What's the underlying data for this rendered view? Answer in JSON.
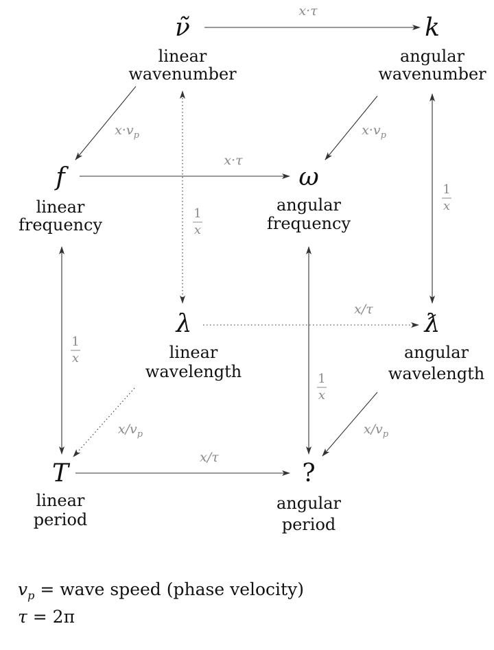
{
  "nodes": {
    "linear_wavenumber": {
      "symbol": "ν̃",
      "label": [
        "linear",
        "wavenumber"
      ]
    },
    "angular_wavenumber": {
      "symbol": "k",
      "label": [
        "angular",
        "wavenumber"
      ]
    },
    "linear_frequency": {
      "symbol": "f",
      "label": [
        "linear",
        "frequency"
      ]
    },
    "angular_frequency": {
      "symbol": "ω",
      "label": [
        "angular",
        "frequency"
      ]
    },
    "linear_wavelength": {
      "symbol": "λ",
      "label": [
        "linear",
        "wavelength"
      ]
    },
    "angular_wavelength": {
      "symbol": "ƛ",
      "label": [
        "angular",
        "wavelength"
      ]
    },
    "linear_period": {
      "symbol": "T",
      "label": [
        "linear",
        "period"
      ]
    },
    "angular_period": {
      "symbol": "?",
      "label": [
        "angular",
        "period"
      ]
    }
  },
  "edges": {
    "nu_to_k": "x·τ",
    "nu_to_f": "x·vp",
    "k_to_omega": "x·vp",
    "f_to_omega": "x·τ",
    "nu_lambda": {
      "num": "1",
      "den": "x"
    },
    "k_lambdabar": {
      "num": "1",
      "den": "x"
    },
    "f_T": {
      "num": "1",
      "den": "x"
    },
    "omega_period": {
      "num": "1",
      "den": "x"
    },
    "lambda_to_lambdabar": "x/τ",
    "lambda_to_T": "x/vp",
    "lambdabar_to_period": "x/vp",
    "T_to_period": "x/τ"
  },
  "legend": {
    "line1": {
      "lhs": "v",
      "sub": "p",
      "rest": " = wave speed (phase velocity)"
    },
    "line2": {
      "lhs": "τ",
      "rest": " = 2π"
    }
  }
}
